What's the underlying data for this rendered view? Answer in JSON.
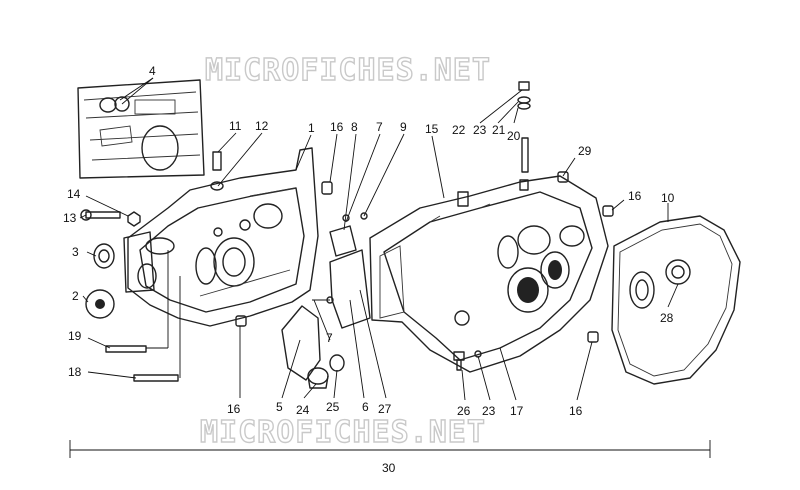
{
  "watermark": {
    "top": "MICROFICHES.NET",
    "bottom": "MICROFICHES.NET"
  },
  "callouts": {
    "n1": "1",
    "n2": "2",
    "n3": "3",
    "n4": "4",
    "n5": "5",
    "n6": "6",
    "n7a": "7",
    "n7b": "7",
    "n8": "8",
    "n9": "9",
    "n10": "10",
    "n11": "11",
    "n12": "12",
    "n13": "13",
    "n14": "14",
    "n15": "15",
    "n16a": "16",
    "n16b": "16",
    "n16c": "16",
    "n16d": "16",
    "n17": "17",
    "n18": "18",
    "n19": "19",
    "n20": "20",
    "n21": "21",
    "n22": "22",
    "n23a": "23",
    "n23b": "23",
    "n24": "24",
    "n25": "25",
    "n26": "26",
    "n27": "27",
    "n28": "28",
    "n29": "29",
    "n30": "30"
  },
  "colors": {
    "ink": "#111111",
    "watermark": "#c9c9c9",
    "background": "#ffffff"
  }
}
